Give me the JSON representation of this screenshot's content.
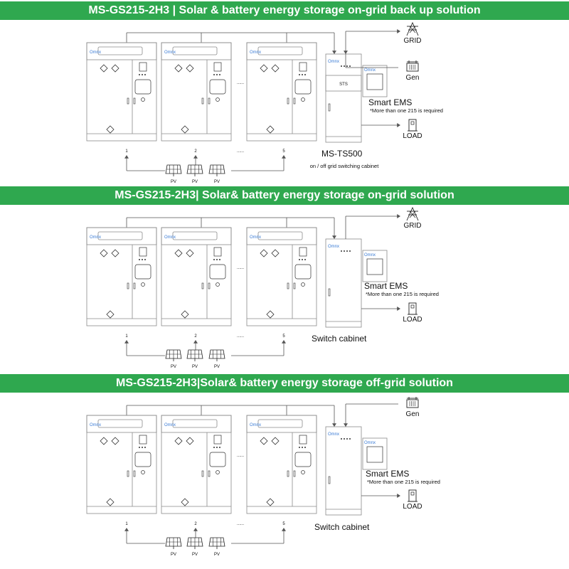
{
  "colors": {
    "banner": "#2fa84f",
    "line": "#555555",
    "cabinet_stroke": "#8a8a8a"
  },
  "sections": [
    {
      "title": "MS-GS215-2H3 | Solar & battery energy storage on-grid back up solution",
      "cabinet_labels": [
        "1",
        "2",
        "5"
      ],
      "ellipsis": "......",
      "pv_labels": [
        "PV",
        "PV",
        "PV"
      ],
      "brand": "Omnx",
      "sts_label": "STS",
      "grid_label": "GRID",
      "gen_label": "Gen",
      "ems_label": "Smart EMS",
      "ems_note": "*More than one 215 is required",
      "load_label": "LOAD",
      "switch_title": "MS-TS500",
      "switch_subtitle": "on / off grid switching cabinet"
    },
    {
      "title": "MS-GS215-2H3| Solar& battery energy storage on-grid solution",
      "cabinet_labels": [
        "1",
        "2",
        "5"
      ],
      "ellipsis": "......",
      "pv_labels": [
        "PV",
        "PV",
        "PV"
      ],
      "brand": "Omnx",
      "grid_label": "GRID",
      "ems_label": "Smart EMS",
      "ems_note": "*More than one 215 is required",
      "load_label": "LOAD",
      "switch_title": "Switch cabinet"
    },
    {
      "title": "MS-GS215-2H3|Solar& battery energy storage off-grid solution",
      "cabinet_labels": [
        "1",
        "2",
        "5"
      ],
      "ellipsis": "......",
      "pv_labels": [
        "PV",
        "PV",
        "PV"
      ],
      "brand": "Omnx",
      "gen_label": "Gen",
      "ems_label": "Smart EMS",
      "ems_note": "*More than one 215 is required",
      "load_label": "LOAD",
      "switch_title": "Switch cabinet"
    }
  ]
}
